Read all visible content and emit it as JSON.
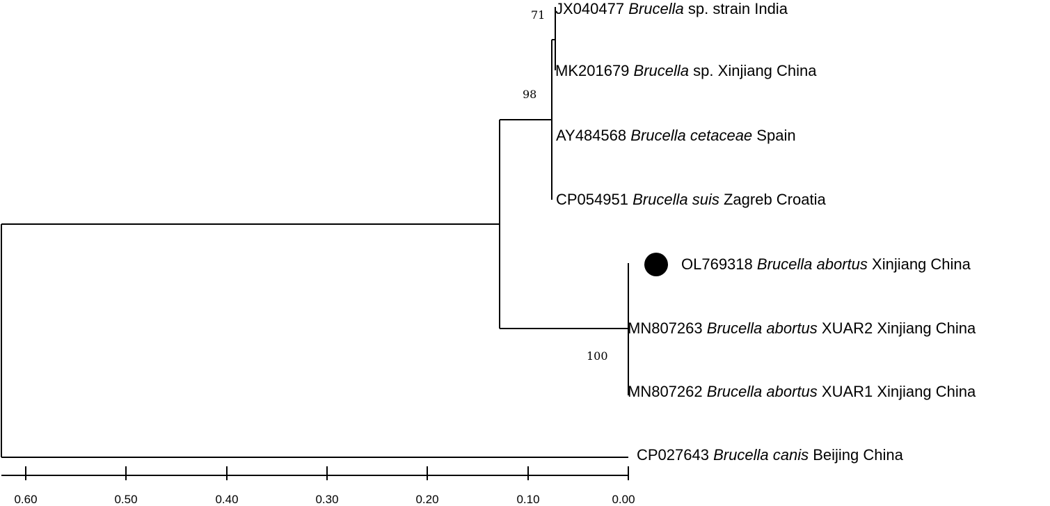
{
  "tree": {
    "taxa": [
      {
        "accession": "JX040477",
        "genus": "Brucella",
        "species": "sp.",
        "species_italic": false,
        "location": "strain India"
      },
      {
        "accession": "MK201679",
        "genus": "Brucella",
        "species": "sp.",
        "species_italic": false,
        "location": "Xinjiang China"
      },
      {
        "accession": "AY484568",
        "genus": "Brucella",
        "species": "cetaceae",
        "species_italic": true,
        "location": "Spain"
      },
      {
        "accession": "CP054951",
        "genus": "Brucella",
        "species": "suis",
        "species_italic": true,
        "location": "Zagreb Croatia"
      },
      {
        "accession": "OL769318",
        "genus": "Brucella",
        "species": "abortus",
        "species_italic": true,
        "location": "Xinjiang China",
        "marker": "filled-circle"
      },
      {
        "accession": "MN807263",
        "genus": "Brucella",
        "species": "abortus",
        "species_italic": true,
        "location": "XUAR2 Xinjiang China"
      },
      {
        "accession": "MN807262",
        "genus": "Brucella",
        "species": "abortus",
        "species_italic": true,
        "location": "XUAR1 Xinjiang China"
      },
      {
        "accession": "CP027643",
        "genus": "Brucella",
        "species": "canis",
        "species_italic": true,
        "location": "Beijing China"
      }
    ],
    "bootstrap": [
      {
        "clade": "JX040477-MK201679",
        "value": "71"
      },
      {
        "clade": "JX040477-CP054951",
        "value": "98"
      },
      {
        "clade": "OL769318-MN807262",
        "value": "100"
      }
    ],
    "scale": {
      "ticks": [
        "0.60",
        "0.50",
        "0.40",
        "0.30",
        "0.20",
        "0.10",
        "0.00"
      ]
    },
    "colors": {
      "line": "#000000",
      "marker": "#000000"
    }
  }
}
